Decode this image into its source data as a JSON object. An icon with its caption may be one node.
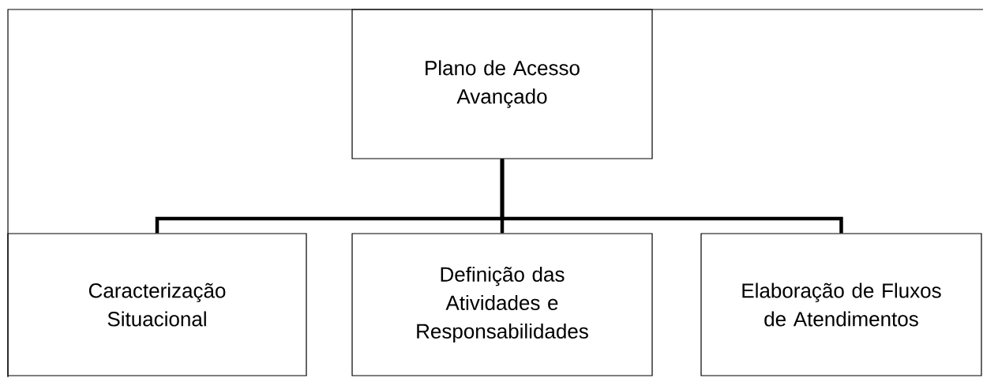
{
  "diagram": {
    "nodes": [
      {
        "text": [
          "Plano de Acesso Avançado"
        ]
      },
      {
        "text": [
          "Caracterização Situacional"
        ]
      },
      {
        "text": [
          "Definição das Atividades e Responsabilidades"
        ]
      },
      {
        "text": [
          "Elaboração de Fluxos de Atendimentos"
        ]
      }
    ],
    "edges": [
      {
        "from": 0,
        "to": 1,
        "arrow": "none"
      },
      {
        "from": 0,
        "to": 2,
        "arrow": "none"
      },
      {
        "from": 0,
        "to": 3,
        "arrow": "none"
      }
    ]
  }
}
